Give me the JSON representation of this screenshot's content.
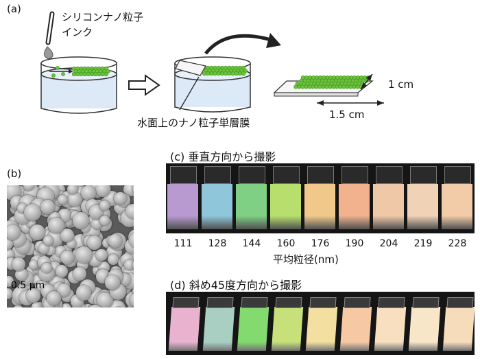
{
  "panels": {
    "a": {
      "label": "(a)",
      "ink_label_line1": "シリコンナノ粒子",
      "ink_label_line2": "インク",
      "monolayer_label": "水面上のナノ粒子単層膜",
      "width_label": "1 cm",
      "length_label": "1.5 cm"
    },
    "b": {
      "label": "(b)",
      "scale_bar_label": "0.5 μm"
    },
    "c": {
      "label": "(c) 垂直方向から撮影",
      "axis_label": "平均粒径(nm)",
      "diameters": [
        "111",
        "128",
        "144",
        "160",
        "176",
        "190",
        "204",
        "219",
        "228"
      ],
      "colors": [
        "#b89ad0",
        "#8fc6da",
        "#7fd084",
        "#b8de6e",
        "#f0c98a",
        "#f2b28e",
        "#efc8a8",
        "#f0d2b6",
        "#f2cba8"
      ]
    },
    "d": {
      "label": "(d) 斜め45度方向から撮影",
      "colors": [
        "#e9b3d0",
        "#a9cfc3",
        "#83da6e",
        "#c7e07a",
        "#f3dfa0",
        "#f6c9a4",
        "#f7dfbf",
        "#f8e6c8",
        "#f6dcbb"
      ]
    },
    "colors": {
      "particle": "#6ac43a",
      "water": "#dce9f6",
      "sem_bg": "#5a5a5a"
    }
  }
}
